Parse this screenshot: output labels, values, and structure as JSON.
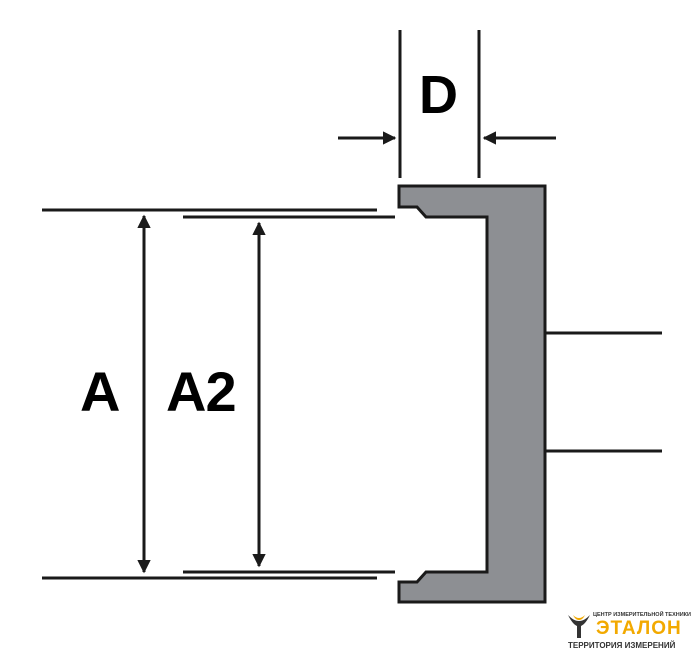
{
  "labels": {
    "d": "D",
    "a": "A",
    "a2": "A2"
  },
  "logo": {
    "top_text": "ЦЕНТР ИЗМЕРИТЕЛЬНОЙ ТЕХНИКИ",
    "name": "ЭТАЛОН",
    "bottom_text": "ТЕРРИТОРИЯ ИЗМЕРЕНИЙ"
  },
  "colors": {
    "part_fill": "#8d8f93",
    "stroke": "#1a1a1a",
    "logo_accent": "#f2a900"
  }
}
